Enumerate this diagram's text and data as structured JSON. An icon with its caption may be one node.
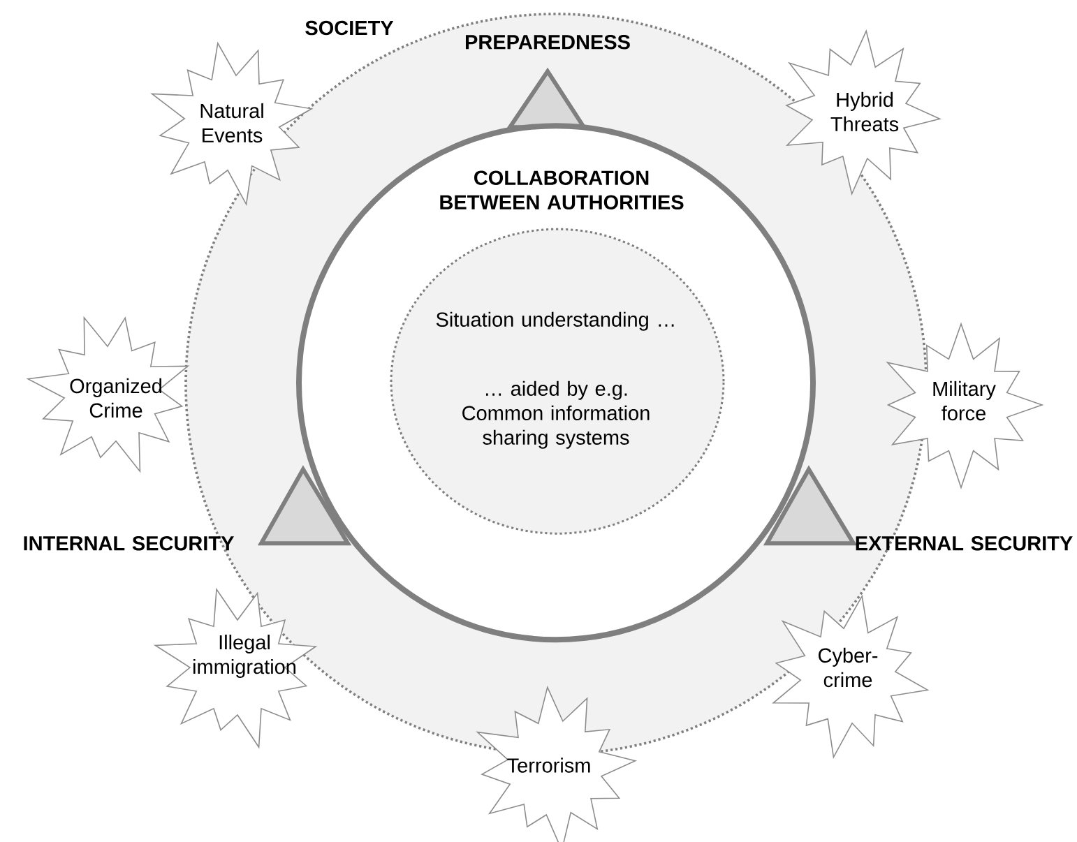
{
  "diagram": {
    "nodes": [
      {
        "text": [
          "SOCIETY"
        ]
      },
      {
        "text": [
          "PREPAREDNESS"
        ],
        "in": 0
      },
      {
        "text": [
          "COLLABORATION BETWEEN AUTHORITIES"
        ],
        "in": 0
      },
      {
        "text": [
          "Situation understanding …",
          "… aided by e.g. Common information sharing systems"
        ],
        "in": 2
      },
      {
        "text": [
          "INTERNAL SECURITY"
        ],
        "in": 0
      },
      {
        "text": [
          "EXTERNAL SECURITY"
        ],
        "in": 0
      },
      {
        "text": [
          "Natural Events"
        ]
      },
      {
        "text": [
          "Hybrid Threats"
        ]
      },
      {
        "text": [
          "Organized Crime"
        ]
      },
      {
        "text": [
          "Military force"
        ]
      },
      {
        "text": [
          "Illegal immigration"
        ]
      },
      {
        "text": [
          "Cyber-crime"
        ]
      },
      {
        "text": [
          "Terrorism"
        ]
      }
    ]
  }
}
